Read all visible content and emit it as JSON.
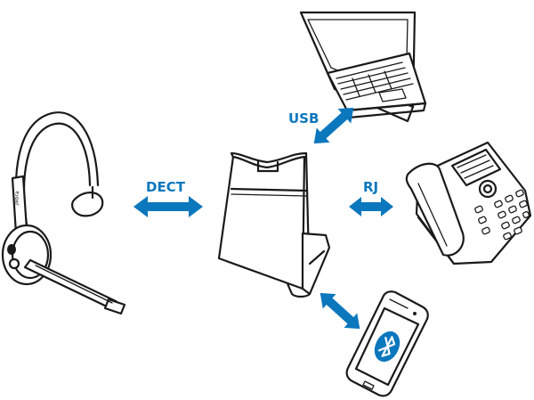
{
  "connections": {
    "dect": {
      "label": "DECT"
    },
    "usb": {
      "label": "USB"
    },
    "rj": {
      "label": "RJ"
    }
  },
  "headset": {
    "brand": "Jabra"
  },
  "colors": {
    "arrow": "#0b77bd",
    "label": "#0b77bd",
    "outline": "#1a1a1a",
    "bluetooth_bg": "#0b77bd"
  },
  "icons": {
    "headset": "headset-icon",
    "base": "base-station-icon",
    "laptop": "laptop-icon",
    "desk_phone": "desk-phone-icon",
    "smartphone": "smartphone-icon",
    "bluetooth": "bluetooth-icon"
  }
}
